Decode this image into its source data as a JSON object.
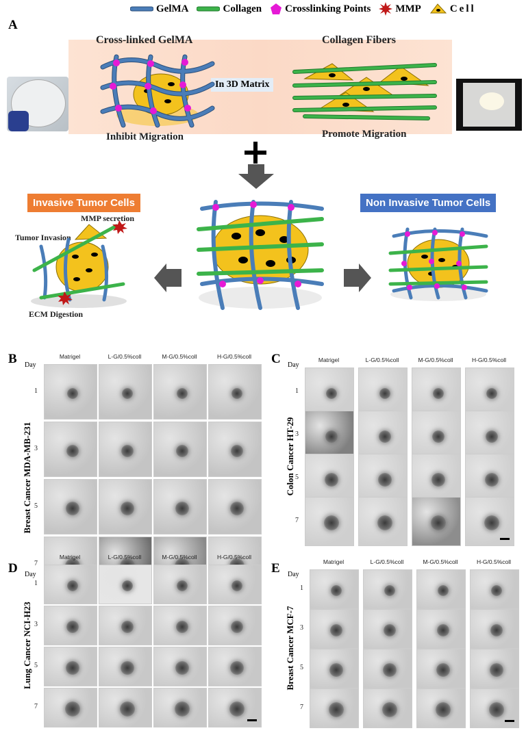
{
  "legend": {
    "gelma": "GelMA",
    "collagen": "Collagen",
    "crosslinking": "Crosslinking Points",
    "mmp": "MMP",
    "cell": "Cell"
  },
  "colors": {
    "gelma": "#4a7db8",
    "collagen": "#3cb34a",
    "crosslink": "#e619d6",
    "mmp": "#c01818",
    "cell": "#f3c21d",
    "invasive_tag": "#ee7d32",
    "noninvasive_tag": "#4472c4"
  },
  "panel_a": {
    "letter": "A",
    "crosslinked_title": "Cross-linked GelMA",
    "collagen_title": "Collagen Fibers",
    "matrix_box": "In 3D Matrix",
    "inhibit": "Inhibit Migration",
    "promote": "Promote Migration",
    "invasive": "Invasive Tumor Cells",
    "noninvasive": "Non Invasive Tumor Cells",
    "mmp_secretion": "MMP secretion",
    "tumor_invasion": "Tumor Invasion",
    "ecm_digestion": "ECM Digestion"
  },
  "columns": [
    "Matrigel",
    "L-G/0.5%coll",
    "M-G/0.5%coll",
    "H-G/0.5%coll"
  ],
  "day_header": "Day",
  "days": [
    "1",
    "3",
    "5",
    "7"
  ],
  "panels": [
    {
      "letter": "B",
      "cell_line": "Breast Cancer MDA-MB-231"
    },
    {
      "letter": "C",
      "cell_line": "Colon Cancer HT-29"
    },
    {
      "letter": "D",
      "cell_line": "Lung Cancer NCI-H23"
    },
    {
      "letter": "E",
      "cell_line": "Breast Cancer MCF-7"
    }
  ]
}
